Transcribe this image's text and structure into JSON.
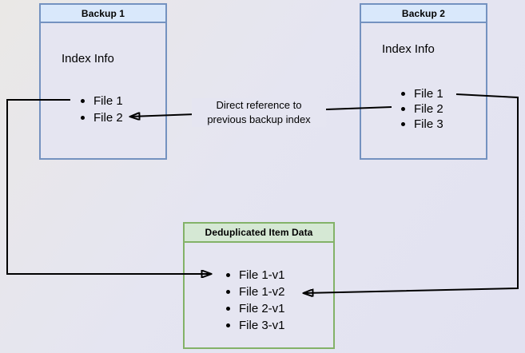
{
  "backup1": {
    "title": "Backup 1",
    "subtitle": "Index Info",
    "files": [
      "File 1",
      "File 2"
    ]
  },
  "backup2": {
    "title": "Backup 2",
    "subtitle": "Index Info",
    "files": [
      "File 1",
      "File 2",
      "File 3"
    ]
  },
  "dedup": {
    "title": "Deduplicated Item Data",
    "files": [
      "File 1-v1",
      "File 1-v2",
      "File 2-v1",
      "File 3-v1"
    ]
  },
  "arrow_label": {
    "line1": "Direct reference to",
    "line2": "previous backup index"
  },
  "colors": {
    "canvas-start": "#eae8e6",
    "canvas-end": "#e2e2f1",
    "box-fill": "#e5e5f1",
    "blue-fill": "#d9e8fb",
    "blue-border": "#7492c0",
    "green-fill": "#d5e8d4",
    "green-border": "#83b268",
    "line": "#000000"
  }
}
